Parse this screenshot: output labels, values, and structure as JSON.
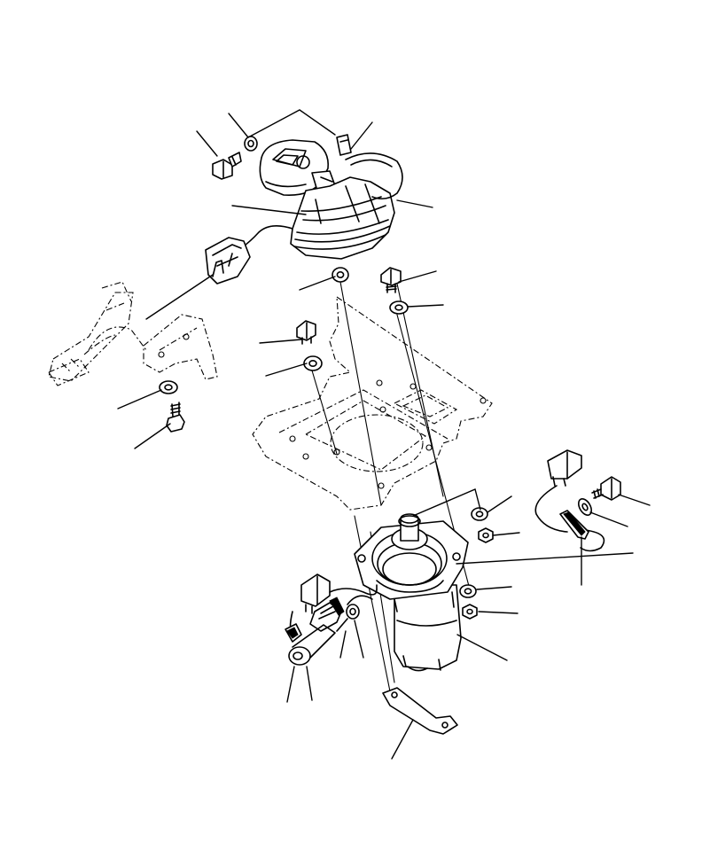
{
  "figure": {
    "background": "#ffffff",
    "ink_color": "#000000",
    "parts": [
      "joystick-lever",
      "rubber-boot",
      "lever-connector",
      "upper-mount-bolt",
      "upper-washer",
      "boot-clip",
      "mounting-plate",
      "left-bracket",
      "left-bracket-washer",
      "left-bracket-bolt",
      "plate-bolt-left",
      "plate-washer-left",
      "plate-bolt-right",
      "plate-washer-right",
      "pilot-valve-body",
      "valve-nut-upper",
      "valve-washer-upper",
      "valve-nut-lower",
      "valve-washer-lower",
      "ground-wire",
      "ground-terminal",
      "ground-bolt",
      "ground-washer",
      "harness-connector",
      "harness-clamp",
      "lower-bracket"
    ]
  }
}
